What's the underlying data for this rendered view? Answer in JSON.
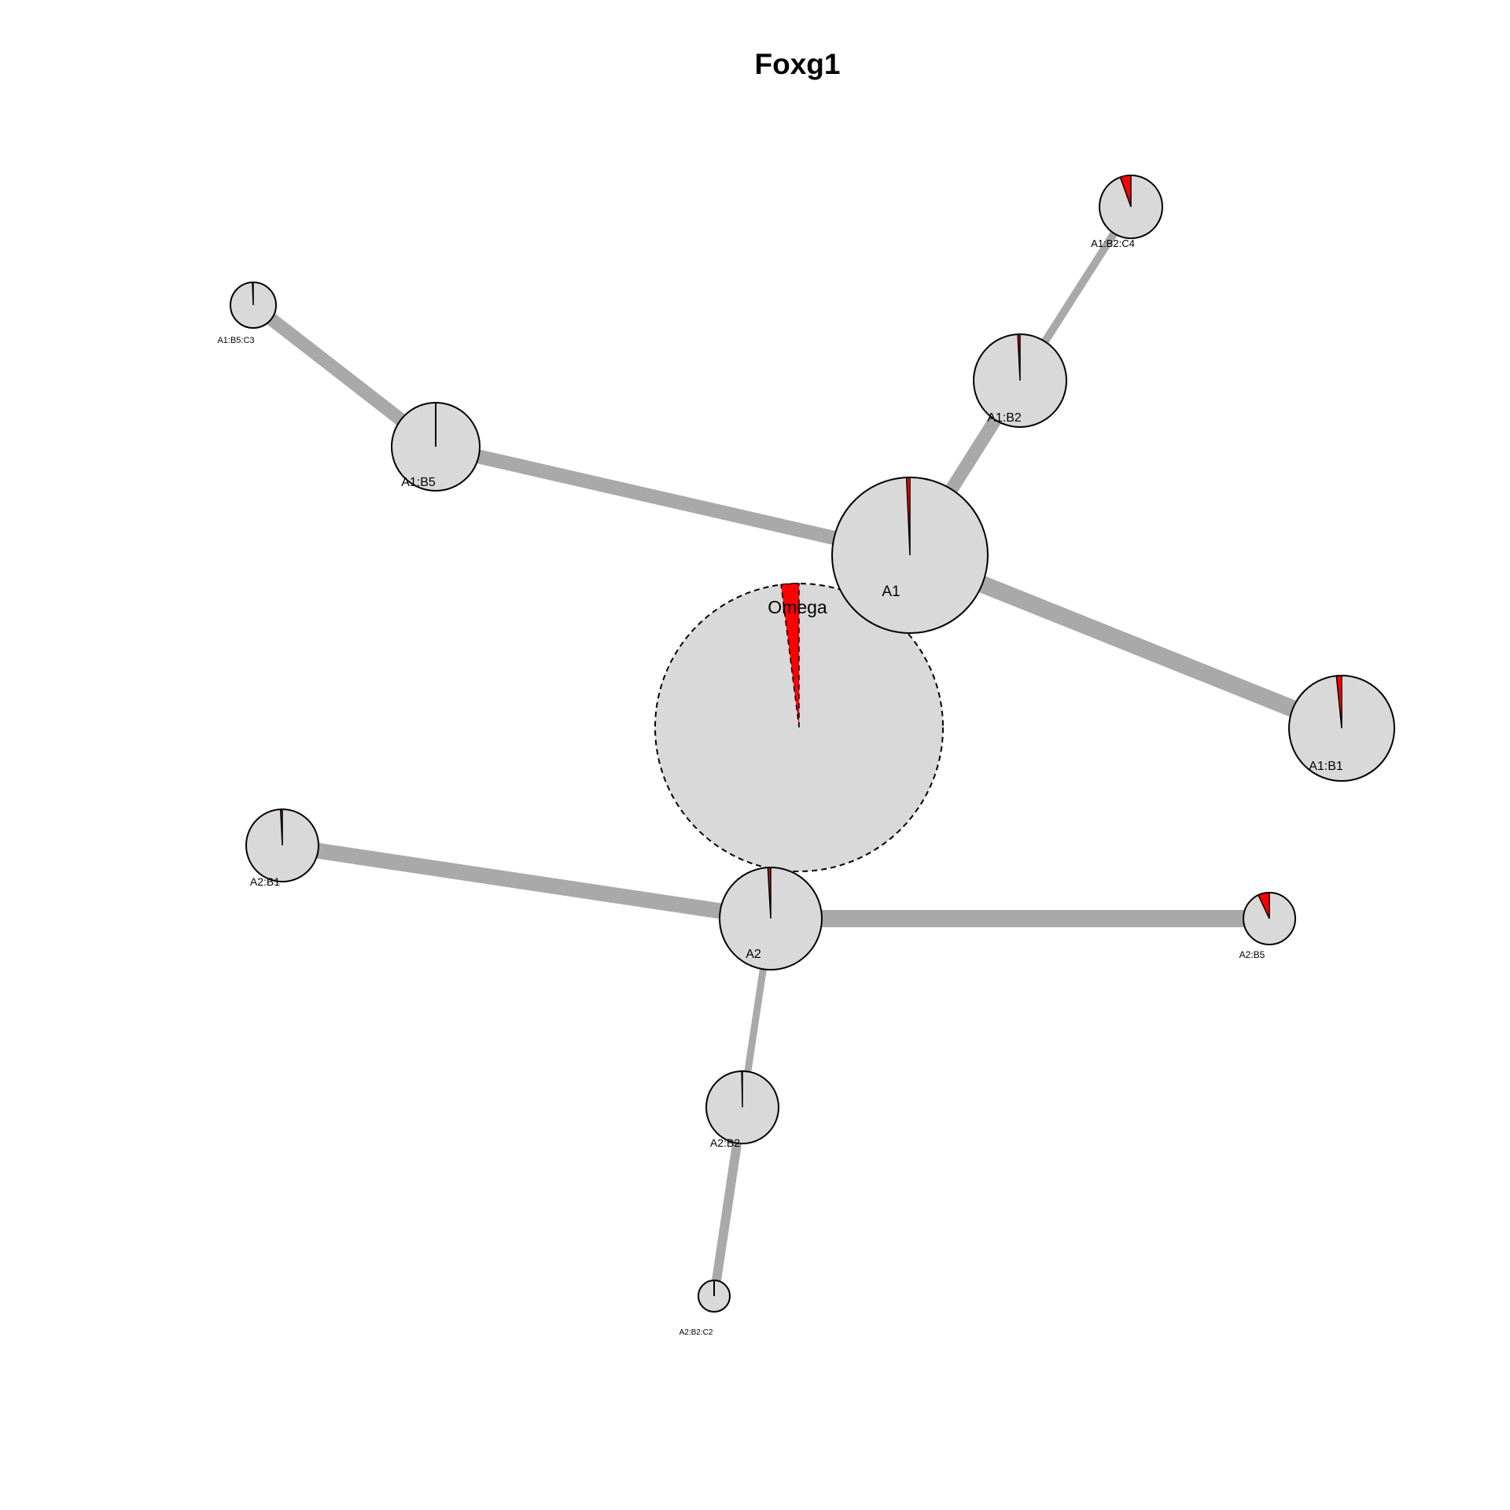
{
  "title": "Foxg1",
  "colors": {
    "edge": "#a9a9a9",
    "node_fill": "#d9d9d9",
    "slice": "#ff0000",
    "outline": "#000000",
    "background": "#ffffff"
  },
  "nodes": [
    {
      "id": "Omega",
      "label": "Omega",
      "fraction": 0.02,
      "dashed": true
    },
    {
      "id": "A1",
      "label": "A1",
      "fraction": 0.007
    },
    {
      "id": "A2",
      "label": "A2",
      "fraction": 0.009
    },
    {
      "id": "A1:B1",
      "label": "A1:B1",
      "fraction": 0.016
    },
    {
      "id": "A1:B2",
      "label": "A1:B2",
      "fraction": 0.008
    },
    {
      "id": "A1:B5",
      "label": "A1:B5",
      "fraction": 0.0
    },
    {
      "id": "A1:B2:C4",
      "label": "A1:B2:C4",
      "fraction": 0.055
    },
    {
      "id": "A1:B5:C3",
      "label": "A1:B5:C3",
      "fraction": 0.006
    },
    {
      "id": "A2:B1",
      "label": "A2:B1",
      "fraction": 0.008
    },
    {
      "id": "A2:B2",
      "label": "A2:B2",
      "fraction": 0.003
    },
    {
      "id": "A2:B5",
      "label": "A2:B5",
      "fraction": 0.07
    },
    {
      "id": "A2:B2:C2",
      "label": "A2:B2:C2",
      "fraction": 0.0
    }
  ],
  "edges": [
    {
      "from": "A1",
      "to": "A1:B1"
    },
    {
      "from": "A1",
      "to": "A1:B5"
    },
    {
      "from": "A1",
      "to": "A1:B2"
    },
    {
      "from": "A1:B2",
      "to": "A1:B2:C4"
    },
    {
      "from": "A1:B5",
      "to": "A1:B5:C3"
    },
    {
      "from": "A2",
      "to": "A2:B1"
    },
    {
      "from": "A2",
      "to": "A2:B5"
    },
    {
      "from": "A2",
      "to": "A2:B2"
    },
    {
      "from": "A2:B2",
      "to": "A2:B2:C2"
    }
  ]
}
